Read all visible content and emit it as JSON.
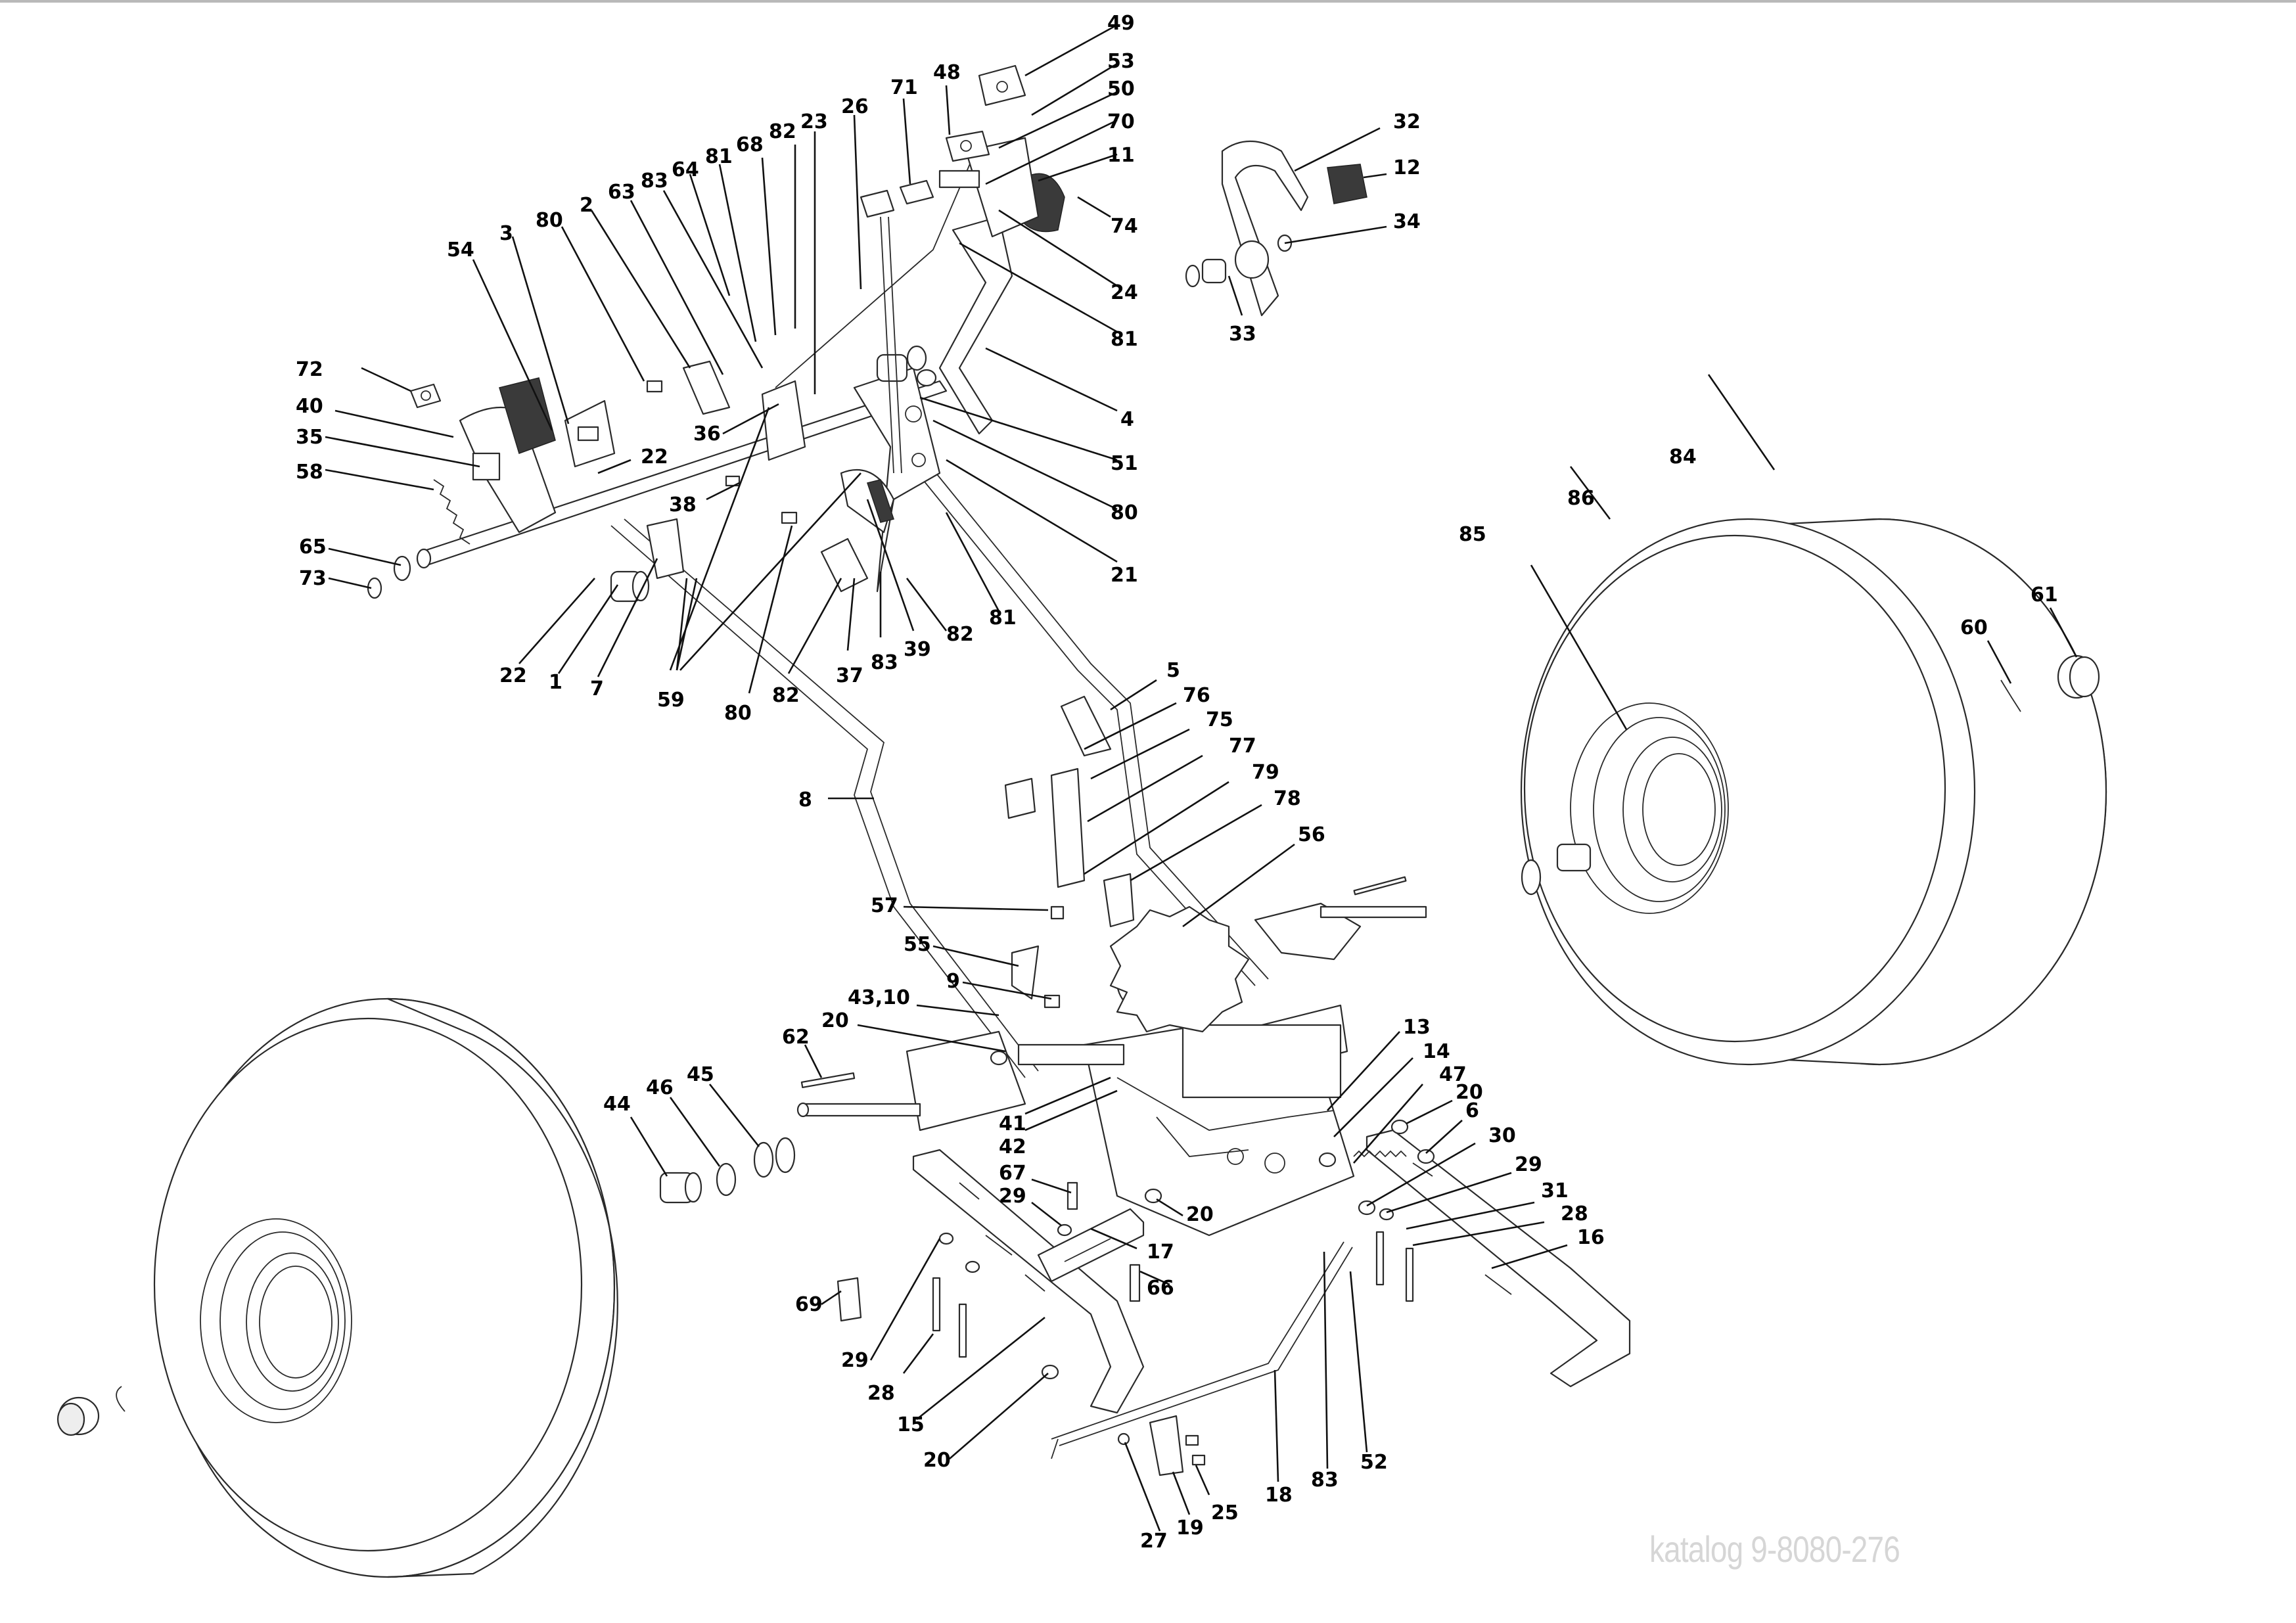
{
  "watermark": "katalog 9-8080-276",
  "labels": [
    {
      "key": "l49",
      "text": "49"
    },
    {
      "key": "l53",
      "text": "53"
    },
    {
      "key": "l50",
      "text": "50"
    },
    {
      "key": "l70",
      "text": "70"
    },
    {
      "key": "l11",
      "text": "11"
    },
    {
      "key": "l74",
      "text": "74"
    },
    {
      "key": "l24",
      "text": "24"
    },
    {
      "key": "l81a",
      "text": "81"
    },
    {
      "key": "l4",
      "text": "4"
    },
    {
      "key": "l51",
      "text": "51"
    },
    {
      "key": "l80a",
      "text": "80"
    },
    {
      "key": "l21",
      "text": "21"
    },
    {
      "key": "l81b",
      "text": "81"
    },
    {
      "key": "l82a",
      "text": "82"
    },
    {
      "key": "l39",
      "text": "39"
    },
    {
      "key": "l83a",
      "text": "83"
    },
    {
      "key": "l37",
      "text": "37"
    },
    {
      "key": "l82b",
      "text": "82"
    },
    {
      "key": "l80b",
      "text": "80"
    },
    {
      "key": "l59",
      "text": "59"
    },
    {
      "key": "l7",
      "text": "7"
    },
    {
      "key": "l1",
      "text": "1"
    },
    {
      "key": "l22a",
      "text": "22"
    },
    {
      "key": "l38",
      "text": "38"
    },
    {
      "key": "l22b",
      "text": "22"
    },
    {
      "key": "l36",
      "text": "36"
    },
    {
      "key": "l72",
      "text": "72"
    },
    {
      "key": "l40",
      "text": "40"
    },
    {
      "key": "l35",
      "text": "35"
    },
    {
      "key": "l58",
      "text": "58"
    },
    {
      "key": "l65",
      "text": "65"
    },
    {
      "key": "l73",
      "text": "73"
    },
    {
      "key": "l54",
      "text": "54"
    },
    {
      "key": "l3",
      "text": "3"
    },
    {
      "key": "l80c",
      "text": "80"
    },
    {
      "key": "l2",
      "text": "2"
    },
    {
      "key": "l63",
      "text": "63"
    },
    {
      "key": "l83b",
      "text": "83"
    },
    {
      "key": "l64",
      "text": "64"
    },
    {
      "key": "l81c",
      "text": "81"
    },
    {
      "key": "l68",
      "text": "68"
    },
    {
      "key": "l82c",
      "text": "82"
    },
    {
      "key": "l23",
      "text": "23"
    },
    {
      "key": "l26",
      "text": "26"
    },
    {
      "key": "l71",
      "text": "71"
    },
    {
      "key": "l48",
      "text": "48"
    },
    {
      "key": "l32",
      "text": "32"
    },
    {
      "key": "l12",
      "text": "12"
    },
    {
      "key": "l34",
      "text": "34"
    },
    {
      "key": "l33",
      "text": "33"
    },
    {
      "key": "l84",
      "text": "84"
    },
    {
      "key": "l86",
      "text": "86"
    },
    {
      "key": "l85",
      "text": "85"
    },
    {
      "key": "l61",
      "text": "61"
    },
    {
      "key": "l60",
      "text": "60"
    },
    {
      "key": "l5",
      "text": "5"
    },
    {
      "key": "l76",
      "text": "76"
    },
    {
      "key": "l75",
      "text": "75"
    },
    {
      "key": "l77",
      "text": "77"
    },
    {
      "key": "l79",
      "text": "79"
    },
    {
      "key": "l78",
      "text": "78"
    },
    {
      "key": "l56",
      "text": "56"
    },
    {
      "key": "l8",
      "text": "8"
    },
    {
      "key": "l57",
      "text": "57"
    },
    {
      "key": "l55",
      "text": "55"
    },
    {
      "key": "l9",
      "text": "9"
    },
    {
      "key": "l4310",
      "text": "43,10"
    },
    {
      "key": "l20a",
      "text": "20"
    },
    {
      "key": "l62",
      "text": "62"
    },
    {
      "key": "l44",
      "text": "44"
    },
    {
      "key": "l46",
      "text": "46"
    },
    {
      "key": "l45",
      "text": "45"
    },
    {
      "key": "l41",
      "text": "41"
    },
    {
      "key": "l42",
      "text": "42"
    },
    {
      "key": "l67",
      "text": "67"
    },
    {
      "key": "l29a",
      "text": "29"
    },
    {
      "key": "l20b",
      "text": "20"
    },
    {
      "key": "l17",
      "text": "17"
    },
    {
      "key": "l66",
      "text": "66"
    },
    {
      "key": "l13",
      "text": "13"
    },
    {
      "key": "l14",
      "text": "14"
    },
    {
      "key": "l47",
      "text": "47"
    },
    {
      "key": "l20c",
      "text": "20"
    },
    {
      "key": "l6",
      "text": "6"
    },
    {
      "key": "l30",
      "text": "30"
    },
    {
      "key": "l29b",
      "text": "29"
    },
    {
      "key": "l31",
      "text": "31"
    },
    {
      "key": "l28a",
      "text": "28"
    },
    {
      "key": "l16",
      "text": "16"
    },
    {
      "key": "l69",
      "text": "69"
    },
    {
      "key": "l29c",
      "text": "29"
    },
    {
      "key": "l28b",
      "text": "28"
    },
    {
      "key": "l15",
      "text": "15"
    },
    {
      "key": "l20d",
      "text": "20"
    },
    {
      "key": "l18",
      "text": "18"
    },
    {
      "key": "l83c",
      "text": "83"
    },
    {
      "key": "l52",
      "text": "52"
    },
    {
      "key": "l27",
      "text": "27"
    },
    {
      "key": "l19",
      "text": "19"
    },
    {
      "key": "l25",
      "text": "25"
    }
  ]
}
